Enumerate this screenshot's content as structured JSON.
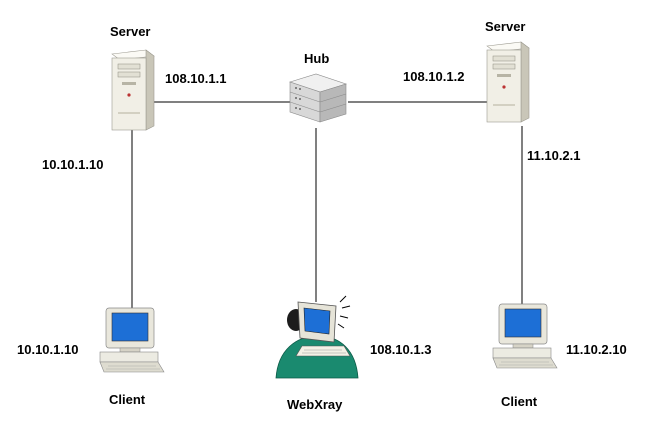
{
  "diagram": {
    "hub": {
      "label": "Hub"
    },
    "server_left": {
      "label": "Server",
      "ip_hub_side": "108.10.1.1",
      "ip_client_side": "10.10.1.10"
    },
    "server_right": {
      "label": "Server",
      "ip_hub_side": "108.10.1.2",
      "ip_client_side": "11.10.2.1"
    },
    "client_left": {
      "label": "Client",
      "ip": "10.10.1.10"
    },
    "client_right": {
      "label": "Client",
      "ip": "11.10.2.10"
    },
    "webxray": {
      "label": "WebXray",
      "ip": "108.10.1.3"
    }
  },
  "colors": {
    "line": "#000000",
    "monitor_screen": "#1d6fd6",
    "tower": "#f1efe6",
    "webxray_body": "#1a8a6f"
  }
}
